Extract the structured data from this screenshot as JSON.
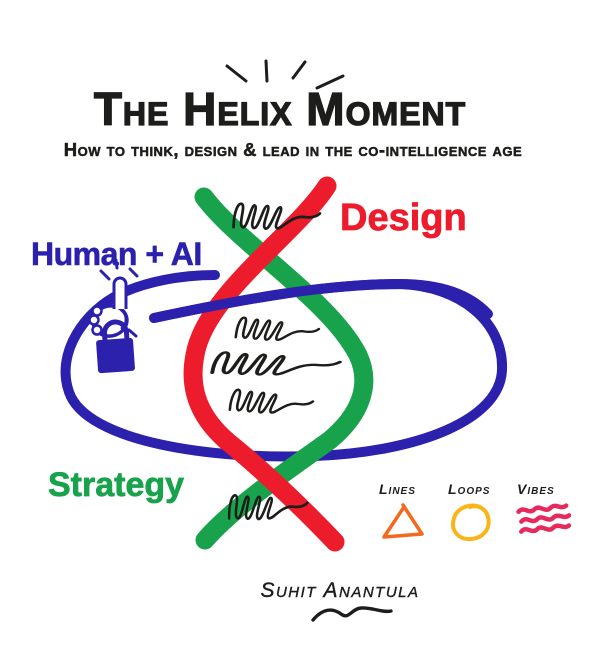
{
  "header": {
    "title": "The Helix Moment",
    "subtitle": "How to think, design & lead in the co-intelligence age"
  },
  "diagram": {
    "labels": {
      "human_ai": "Human + AI",
      "design": "Design",
      "strategy": "Strategy"
    },
    "colors": {
      "ink": "#1d1d1b",
      "blue": "#2b21ad",
      "red": "#ec1c2c",
      "green": "#18a24b",
      "orange": "#f3691e",
      "yellow": "#f9b517",
      "pink": "#e62a5e",
      "background": "#ffffff"
    }
  },
  "legend": {
    "items": [
      {
        "label": "Lines",
        "icon": "triangle-icon"
      },
      {
        "label": "Loops",
        "icon": "loop-icon"
      },
      {
        "label": "Vibes",
        "icon": "vibes-scribble-icon"
      }
    ]
  },
  "signature": {
    "name": "Suhit Anantula"
  }
}
